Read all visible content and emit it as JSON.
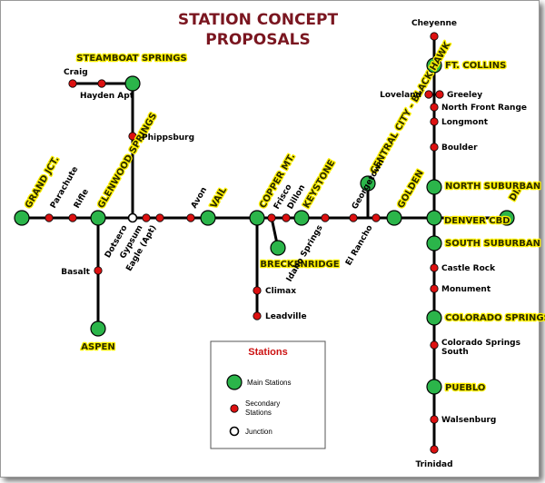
{
  "title": {
    "line1": "STATION CONCEPT",
    "line2": "PROPOSALS"
  },
  "colors": {
    "line": "#000000",
    "main_station": "#2bb54a",
    "secondary_station": "#dd1111",
    "junction": "#ffffff",
    "title": "#7a1620",
    "main_label_halo": "#fff000"
  },
  "main_stations": [
    {
      "id": "grand-jct",
      "label": "GRAND JCT."
    },
    {
      "id": "glenwood-springs",
      "label": "GLENWOOD SPRINGS"
    },
    {
      "id": "steamboat-springs",
      "label": "STEAMBOAT SPRINGS"
    },
    {
      "id": "aspen",
      "label": "ASPEN"
    },
    {
      "id": "vail",
      "label": "VAIL"
    },
    {
      "id": "copper-mt",
      "label": "COPPER MT."
    },
    {
      "id": "breckenridge",
      "label": "BRECKENRIDGE"
    },
    {
      "id": "keystone",
      "label": "KEYSTONE"
    },
    {
      "id": "central-city-black-hawk",
      "label": "CENTRAL CITY - BLACK HAWK"
    },
    {
      "id": "golden",
      "label": "GOLDEN"
    },
    {
      "id": "denver-cbd",
      "label": "DENVER CBD"
    },
    {
      "id": "dia",
      "label": "DIA"
    },
    {
      "id": "ft-collins",
      "label": "FT. COLLINS"
    },
    {
      "id": "north-suburban",
      "label": "NORTH SUBURBAN"
    },
    {
      "id": "south-suburban",
      "label": "SOUTH SUBURBAN"
    },
    {
      "id": "colorado-springs",
      "label": "COLORADO SPRINGS"
    },
    {
      "id": "pueblo",
      "label": "PUEBLO"
    }
  ],
  "secondary_stations": [
    {
      "id": "parachute",
      "label": "Parachute"
    },
    {
      "id": "rifle",
      "label": "Rifle"
    },
    {
      "id": "dotsero",
      "label": "Dotsero"
    },
    {
      "id": "gypsum",
      "label": "Gypsum"
    },
    {
      "id": "eagle-apt",
      "label": "Eagle (Apt)"
    },
    {
      "id": "avon",
      "label": "Avon"
    },
    {
      "id": "frisco",
      "label": "Frisco"
    },
    {
      "id": "dillon",
      "label": "Dillon"
    },
    {
      "id": "idaho-springs",
      "label": "Idaho Springs"
    },
    {
      "id": "georgetown",
      "label": "Georgetown"
    },
    {
      "id": "el-rancho",
      "label": "El Rancho"
    },
    {
      "id": "craig",
      "label": "Craig"
    },
    {
      "id": "hayden-apt",
      "label": "Hayden Apt"
    },
    {
      "id": "phippsburg",
      "label": "Phippsburg"
    },
    {
      "id": "basalt",
      "label": "Basalt"
    },
    {
      "id": "climax",
      "label": "Climax"
    },
    {
      "id": "leadville",
      "label": "Leadville"
    },
    {
      "id": "cheyenne",
      "label": "Cheyenne"
    },
    {
      "id": "loveland",
      "label": "Loveland"
    },
    {
      "id": "greeley",
      "label": "Greeley"
    },
    {
      "id": "north-front-range",
      "label": "North Front Range"
    },
    {
      "id": "longmont",
      "label": "Longmont"
    },
    {
      "id": "boulder",
      "label": "Boulder"
    },
    {
      "id": "castle-rock",
      "label": "Castle Rock"
    },
    {
      "id": "monument",
      "label": "Monument"
    },
    {
      "id": "colorado-springs-south",
      "label": "Colorado Springs South"
    },
    {
      "id": "walsenburg",
      "label": "Walsenburg"
    },
    {
      "id": "trinidad",
      "label": "Trinidad"
    }
  ],
  "junction": {
    "id": "junction"
  },
  "legend": {
    "title": "Stations",
    "main": "Main Stations",
    "secondary_l1": "Secondary",
    "secondary_l2": "Stations",
    "junction": "Junction"
  }
}
